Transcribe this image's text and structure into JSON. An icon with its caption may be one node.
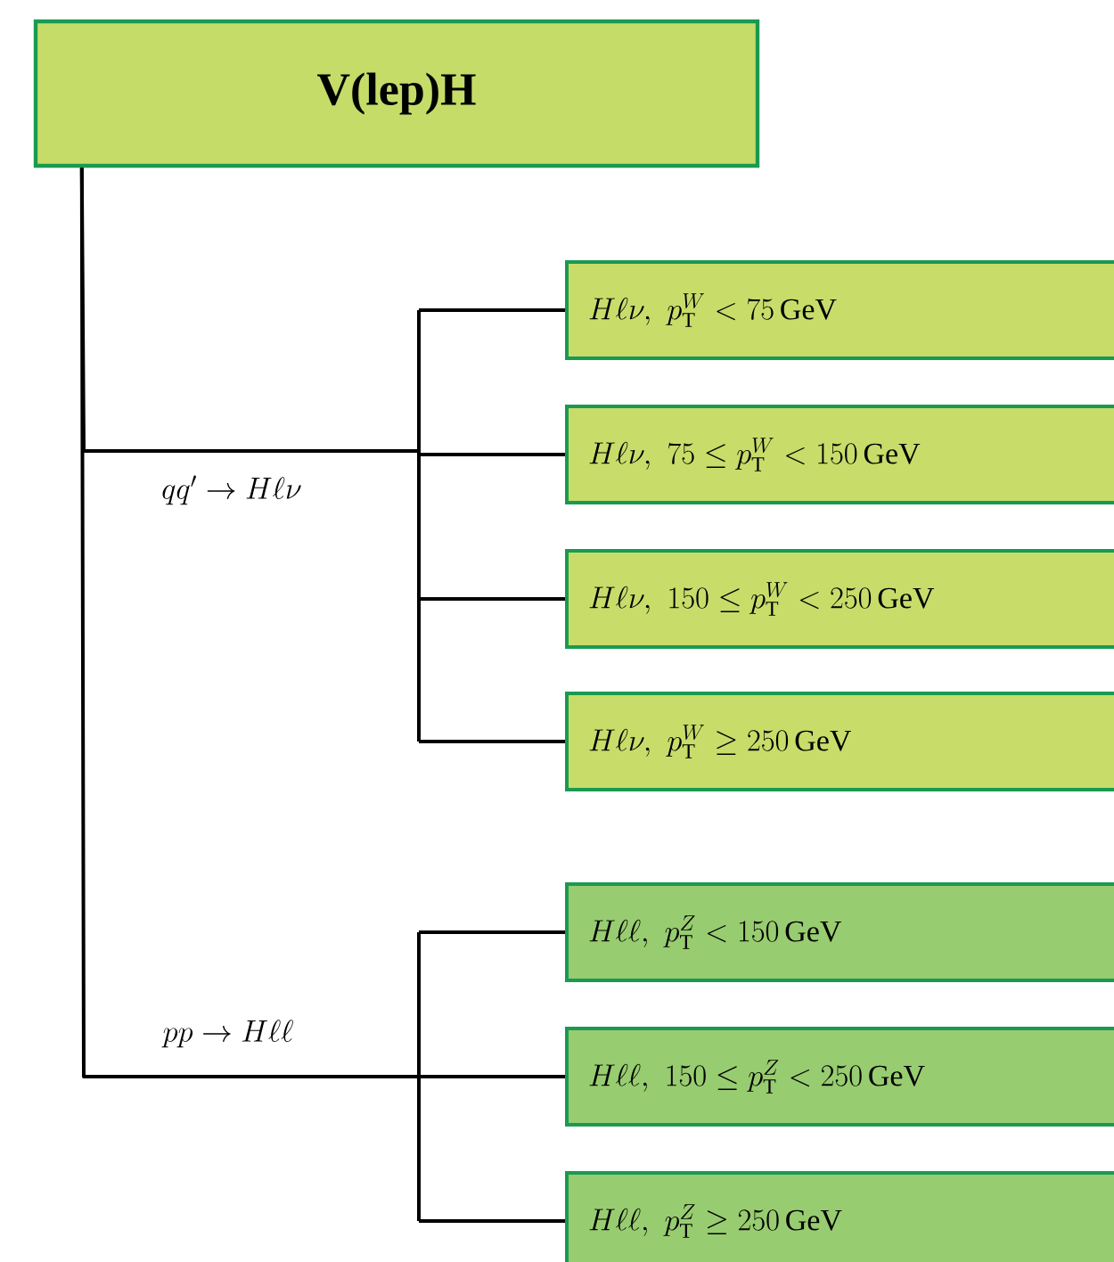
{
  "diagram": {
    "nodes": [
      {
        "text": [
          "V(lep)H"
        ]
      },
      {
        "text": [
          "H\\ell\\nu,\\ p_{\\mathrm{T}}^{W} < 75\\,\\mathrm{GeV}"
        ]
      },
      {
        "text": [
          "H\\ell\\nu,\\ 75 \\leq p_{\\mathrm{T}}^{W} < 150\\,\\mathrm{GeV}"
        ]
      },
      {
        "text": [
          "H\\ell\\nu,\\ 150 \\leq p_{\\mathrm{T}}^{W} < 250\\,\\mathrm{GeV}"
        ]
      },
      {
        "text": [
          "H\\ell\\nu,\\ p_{\\mathrm{T}}^{W} \\geq 250\\,\\mathrm{GeV}"
        ]
      },
      {
        "text": [
          "H\\ell\\ell,\\ p_{\\mathrm{T}}^{Z} < 150\\,\\mathrm{GeV}"
        ]
      },
      {
        "text": [
          "H\\ell\\ell,\\ 150 \\leq p_{\\mathrm{T}}^{Z} < 250\\,\\mathrm{GeV}"
        ]
      },
      {
        "text": [
          "H\\ell\\ell,\\ p_{\\mathrm{T}}^{Z} \\geq 250\\,\\mathrm{GeV}"
        ]
      }
    ],
    "edges": [
      {
        "from": 0,
        "to": 1,
        "arrow": "none"
      },
      {
        "from": 0,
        "to": 2,
        "arrow": "none"
      },
      {
        "from": 0,
        "to": 3,
        "arrow": "none"
      },
      {
        "from": 0,
        "to": 4,
        "arrow": "none"
      },
      {
        "from": 0,
        "to": 5,
        "arrow": "none"
      },
      {
        "from": 0,
        "to": 6,
        "arrow": "none"
      },
      {
        "from": 0,
        "to": 7,
        "arrow": "none"
      }
    ],
    "labels": [
      "qq' \\to H\\ell\\nu",
      "pp \\to H\\ell\\ell"
    ]
  }
}
